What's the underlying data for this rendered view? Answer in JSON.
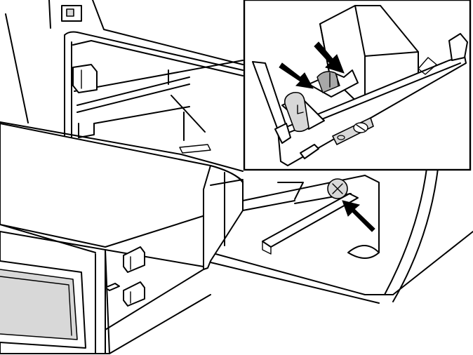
{
  "figure": {
    "description_kind": "line-art service illustration",
    "colors": {
      "line": "#000000",
      "background": "#ffffff",
      "shade": "#d8d8d8",
      "dark_shade": "#a8a8a8",
      "arrow": "#000000"
    },
    "arrows": {
      "inset_count": 2,
      "main_count": 1
    }
  }
}
